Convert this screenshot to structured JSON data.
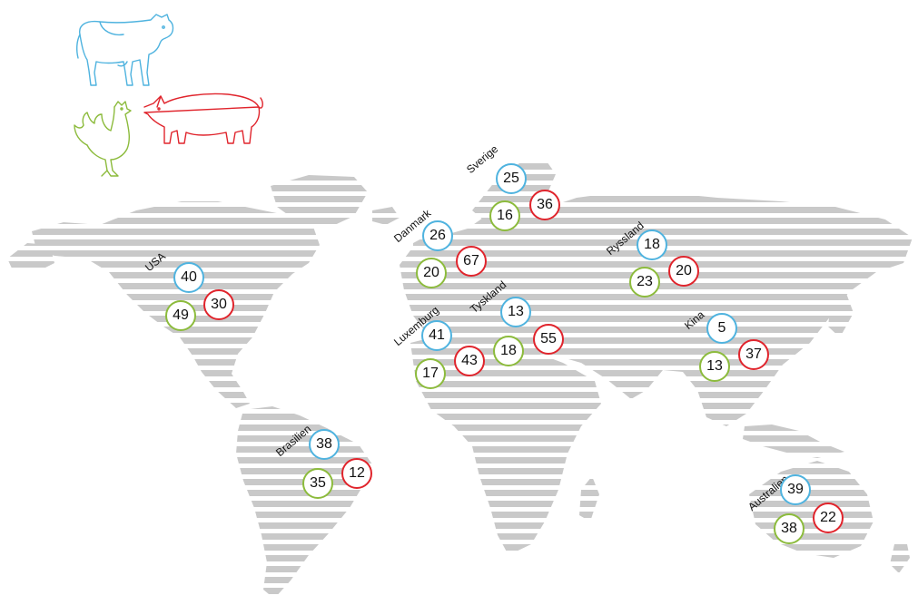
{
  "colors": {
    "cattle": "#4fb3df",
    "pig": "#e0242c",
    "chicken": "#8cbb3c",
    "land": "#c9c9c9"
  },
  "icons": {
    "cattle": "cow-icon",
    "pig": "pig-icon",
    "chicken": "rooster-icon"
  },
  "countries": [
    {
      "key": "usa",
      "name": "USA",
      "cattle": "40",
      "pig": "30",
      "chicken": "49"
    },
    {
      "key": "brasilien",
      "name": "Brasilien",
      "cattle": "38",
      "pig": "12",
      "chicken": "35"
    },
    {
      "key": "danmark",
      "name": "Danmark",
      "cattle": "26",
      "pig": "67",
      "chicken": "20"
    },
    {
      "key": "sverige",
      "name": "Sverige",
      "cattle": "25",
      "pig": "36",
      "chicken": "16"
    },
    {
      "key": "luxemburg",
      "name": "Luxemburg",
      "cattle": "41",
      "pig": "43",
      "chicken": "17"
    },
    {
      "key": "tyskland",
      "name": "Tyskland",
      "cattle": "13",
      "pig": "55",
      "chicken": "18"
    },
    {
      "key": "ryssland",
      "name": "Ryssland",
      "cattle": "18",
      "pig": "20",
      "chicken": "23"
    },
    {
      "key": "kina",
      "name": "Kina",
      "cattle": "5",
      "pig": "37",
      "chicken": "13"
    },
    {
      "key": "australien",
      "name": "Australien",
      "cattle": "39",
      "pig": "22",
      "chicken": "38"
    }
  ]
}
